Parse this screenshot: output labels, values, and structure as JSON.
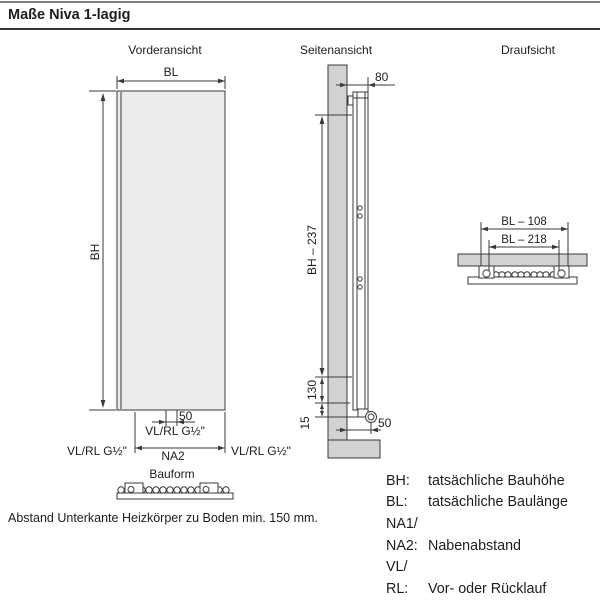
{
  "title": "Maße Niva 1-lagig",
  "note": "Abstand Unterkante Heizkörper zu Boden min. 150 mm.",
  "views": {
    "front": {
      "label": "Vorderansicht",
      "dim_bl": "BL",
      "dim_bh": "BH",
      "dim_50": "50",
      "conn_center": "VL/RL G½\"",
      "conn_left": "VL/RL G½\"",
      "conn_right": "VL/RL G½\"",
      "dim_na2": "NA2",
      "bauform_label": "Bauform"
    },
    "side": {
      "label": "Seitenansicht",
      "dim_80": "80",
      "dim_bh_237": "BH – 237",
      "dim_130": "130",
      "dim_15": "15",
      "dim_50": "50"
    },
    "topview": {
      "label": "Draufsicht",
      "dim_bl_108": "BL – 108",
      "dim_bl_218": "BL – 218"
    }
  },
  "legend": {
    "items": [
      {
        "key": "BH:",
        "value": "tatsächliche Bauhöhe"
      },
      {
        "key": "BL:",
        "value": "tatsächliche Baulänge"
      },
      {
        "key": "NA1/",
        "value": ""
      },
      {
        "key": "NA2:",
        "value": "Nabenabstand"
      },
      {
        "key": "VL/",
        "value": ""
      },
      {
        "key": "RL:",
        "value": "Vor- oder Rücklauf"
      }
    ]
  },
  "colors": {
    "line": "#3a3a3a",
    "panel_fill": "#ececec",
    "wall_fill": "#d2d2d2",
    "text": "#1d1d1d"
  }
}
